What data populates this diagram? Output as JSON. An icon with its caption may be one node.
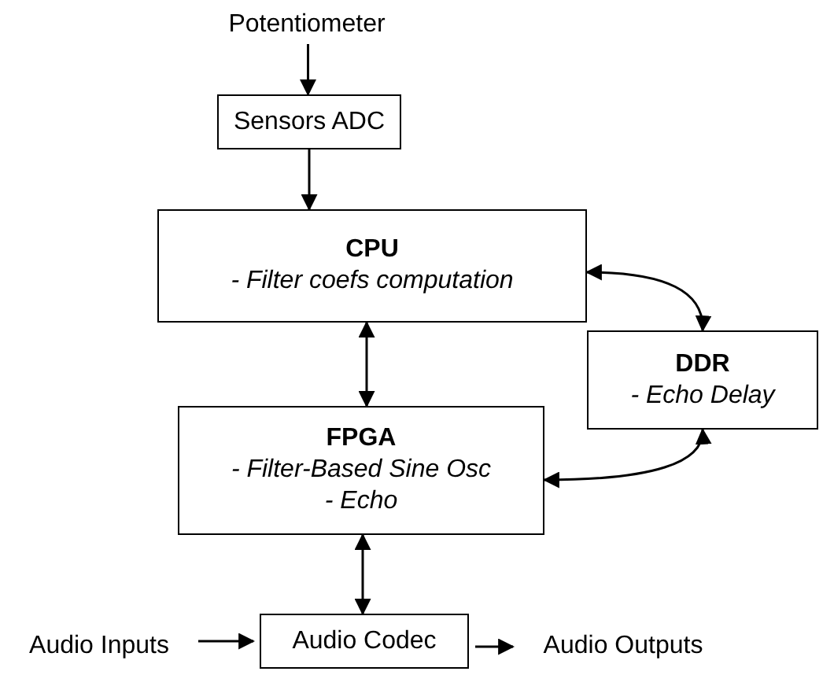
{
  "diagram": {
    "nodes": [
      {
        "text": [
          "Potentiometer"
        ]
      },
      {
        "text": [
          "Sensors ADC"
        ]
      },
      {
        "text": [
          "CPU",
          "- Filter coefs computation"
        ]
      },
      {
        "text": [
          "DDR",
          "- Echo Delay"
        ]
      },
      {
        "text": [
          "FPGA",
          "- Filter-Based Sine Osc",
          "- Echo"
        ]
      },
      {
        "text": [
          "Audio Inputs"
        ]
      },
      {
        "text": [
          "Audio Codec"
        ]
      },
      {
        "text": [
          "Audio Outputs"
        ]
      }
    ],
    "edges": [
      {
        "from": 0,
        "to": 1,
        "arrow": "to"
      },
      {
        "from": 1,
        "to": 2,
        "arrow": "to"
      },
      {
        "from": 2,
        "to": 4,
        "arrow": "both"
      },
      {
        "from": 2,
        "to": 3,
        "arrow": "both"
      },
      {
        "from": 4,
        "to": 3,
        "arrow": "both"
      },
      {
        "from": 4,
        "to": 6,
        "arrow": "both"
      },
      {
        "from": 5,
        "to": 6,
        "arrow": "to"
      },
      {
        "from": 6,
        "to": 7,
        "arrow": "to"
      }
    ]
  }
}
